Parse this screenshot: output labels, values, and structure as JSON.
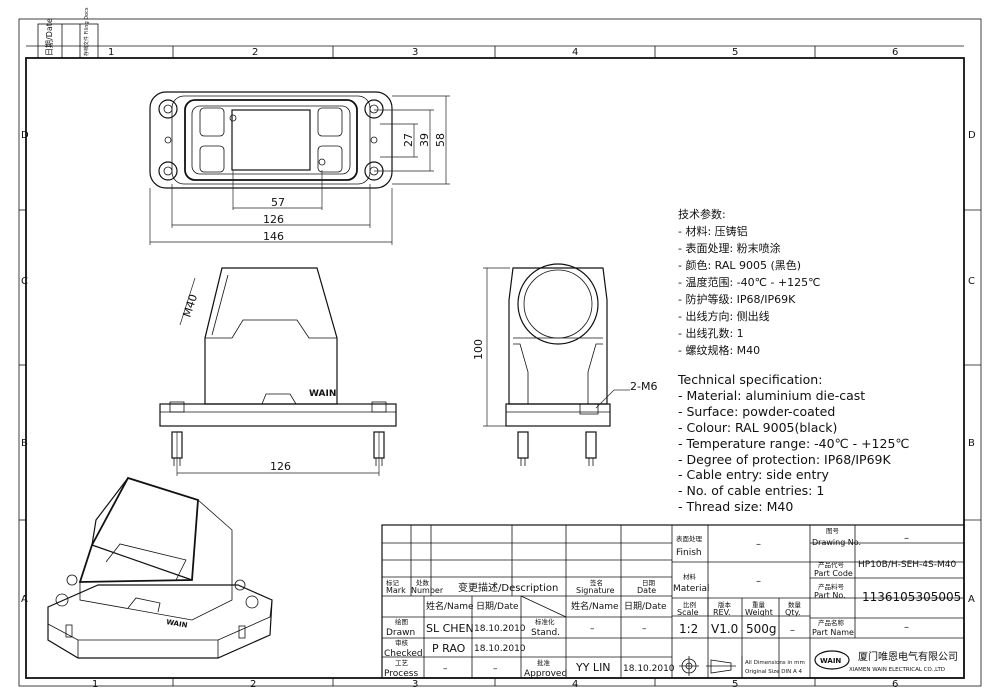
{
  "border": {
    "cols_top": [
      "1",
      "2",
      "3",
      "4",
      "5",
      "6"
    ],
    "cols_bottom": [
      "1",
      "2",
      "3",
      "4",
      "5",
      "6"
    ],
    "rows": [
      "D",
      "C",
      "B",
      "A"
    ],
    "margin_labels": [
      "日期/Date",
      "存档文件 Filing Docs"
    ]
  },
  "dimensions": {
    "top_view": [
      "57",
      "126",
      "146",
      "27",
      "39",
      "58"
    ],
    "front_view": [
      "M40",
      "126"
    ],
    "side_view": [
      "100",
      "2-M6"
    ]
  },
  "brand_mark": "WAIN",
  "tech_spec_cn": {
    "heading": "技术参数:",
    "items": [
      "- 材料: 压铸铝",
      "- 表面处理: 粉末喷涂",
      "- 颜色: RAL 9005 (黑色)",
      "- 温度范围: -40℃ - +125℃",
      "- 防护等级: IP68/IP69K",
      "- 出线方向: 侧出线",
      "- 出线孔数: 1",
      "- 螺纹规格: M40"
    ]
  },
  "tech_spec_en": {
    "heading": "Technical specification:",
    "items": [
      "- Material: aluminium die-cast",
      "- Surface: powder-coated",
      "- Colour: RAL 9005(black)",
      "- Temperature range: -40℃ - +125℃",
      "- Degree of protection: IP68/IP69K",
      "- Cable entry: side entry",
      "- No. of cable entries: 1",
      "- Thread size: M40"
    ]
  },
  "title_block": {
    "mark_cn": "标记",
    "mark_en": "Mark",
    "number_cn": "处数",
    "number_en": "Number",
    "desc_cn": "变更描述/Description",
    "signature_cn": "签名",
    "signature_en": "Signature",
    "date_cn": "日期",
    "date_en": "Date",
    "name_hdr": "姓名/Name",
    "date_hdr": "日期/Date",
    "name_hdr2": "姓名/Name",
    "date_hdr2": "日期/Date",
    "drawn_cn": "绘图",
    "drawn_en": "Drawn",
    "drawn_name": "SL CHEN",
    "drawn_date": "18.10.2010",
    "checked_cn": "审核",
    "checked_en": "Checked",
    "checked_name": "P RAO",
    "checked_date": "18.10.2010",
    "process_cn": "工艺",
    "process_en": "Process",
    "process_name": "–",
    "process_date": "–",
    "stand_cn": "标准化",
    "stand_en": "Stand.",
    "stand_name": "–",
    "stand_date": "–",
    "approved_cn": "批准",
    "approved_en": "Approved",
    "approved_name": "YY LIN",
    "approved_date": "18.10.2010",
    "finish_cn": "表面处理",
    "finish_en": "Finish",
    "finish_val": "–",
    "material_cn": "材料",
    "material_en": "Material",
    "material_val": "–",
    "scale_cn": "比例",
    "scale_en": "Scale",
    "scale_val": "1:2",
    "rev_cn": "版本",
    "rev_en": "REV.",
    "rev_val": "V1.0",
    "weight_cn": "重量",
    "weight_en": "Weight",
    "weight_val": "500g",
    "qty_cn": "数量",
    "qty_en": "Qty.",
    "qty_val": "–",
    "drawing_no_cn": "图号",
    "drawing_no_en": "Drawing No.",
    "drawing_no_val": "–",
    "part_code_cn": "产品代号",
    "part_code_en": "Part Code",
    "part_code_val": "HP10B/H-SEH-4S-M40",
    "part_no_cn": "产品料号",
    "part_no_en": "Part No.",
    "part_no_val": "1136105305005",
    "part_name_cn": "产品名称",
    "part_name_en": "Part Name",
    "part_name_val": "–",
    "dims_note_1": "All Dimensions in mm",
    "dims_note_2": "Original Size DIN A 4",
    "company_cn": "厦门唯恩电气有限公司",
    "company_en": "XIAMEN WAIN ELECTRICAL CO.,LTD",
    "logo_text": "WAIN"
  }
}
